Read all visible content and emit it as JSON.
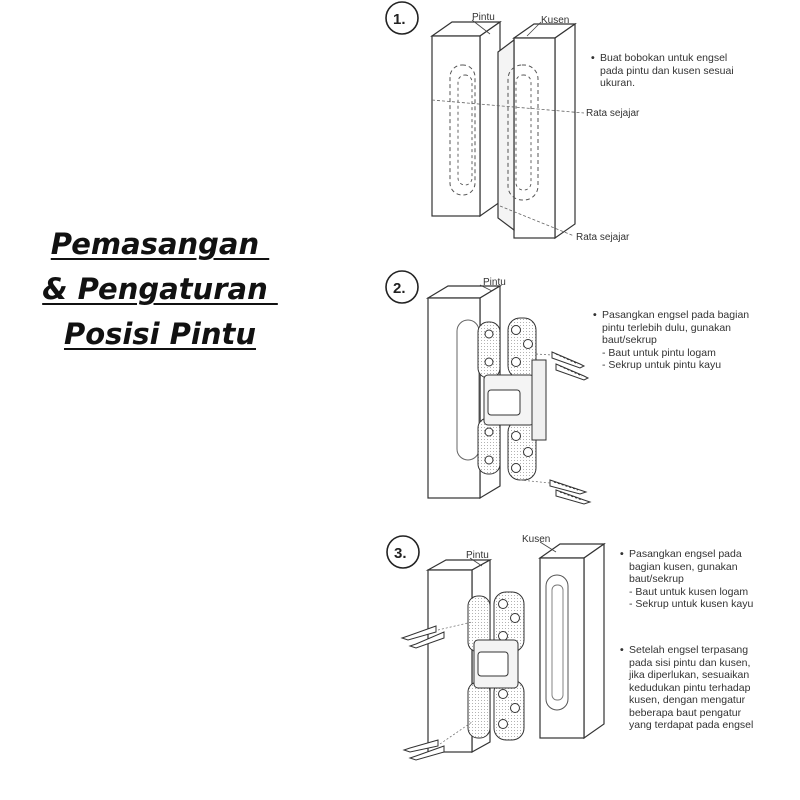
{
  "title": {
    "lines": [
      "Pemasangan ",
      "& Pengaturan ",
      "Posisi Pintu"
    ]
  },
  "step1": {
    "number": "1.",
    "label_door": "Pintu",
    "label_frame": "Kusen",
    "label_flush_top": "Rata sejajar",
    "label_flush_bottom": "Rata sejajar",
    "bullet_lines": [
      "Buat bobokan untuk engsel",
      "pada pintu dan kusen sesuai",
      "ukuran."
    ]
  },
  "step2": {
    "number": "2.",
    "label_door": "Pintu",
    "bullet_lines": [
      "Pasangkan engsel pada bagian",
      "pintu terlebih dulu, gunakan",
      "baut/sekrup"
    ],
    "sub_lines": [
      "- Baut untuk pintu logam",
      "- Sekrup untuk pintu kayu"
    ]
  },
  "step3": {
    "number": "3.",
    "label_door": "Pintu",
    "label_frame": "Kusen",
    "bullet1_lines": [
      "Pasangkan engsel pada",
      "bagian kusen, gunakan",
      "baut/sekrup"
    ],
    "sub_lines": [
      "- Baut untuk kusen logam",
      "- Sekrup untuk kusen kayu"
    ],
    "bullet2_lines": [
      "Setelah engsel terpasang",
      "pada sisi pintu dan kusen,",
      "jika diperlukan, sesuaikan",
      "kedudukan pintu terhadap",
      "kusen, dengan mengatur",
      "beberapa baut pengatur",
      "yang terdapat pada engsel"
    ]
  }
}
